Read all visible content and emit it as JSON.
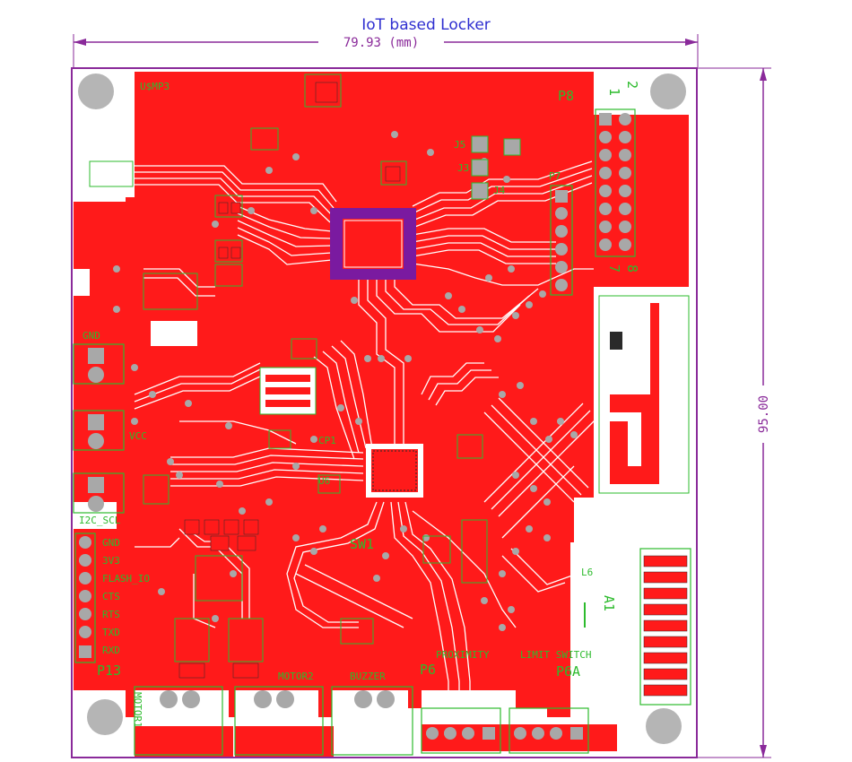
{
  "title": "IoT based Locker",
  "dimensions": {
    "width": "79.93 (mm)",
    "height": "95.00"
  },
  "colors": {
    "copper": "#ff1a1a",
    "silkscreen": "#2dbb2d",
    "outline": "#8a2a9a",
    "title": "#2f2fd0",
    "pad": "#a8a8a8",
    "hole": "#b5b5b5"
  },
  "labels": {
    "p8": "P8",
    "p7": "P7",
    "p8_pin_1": "1",
    "p8_pin_2": "2",
    "p8_pin_7": "7",
    "p8_pin_8": "8",
    "j3": "J3",
    "j4": "J4",
    "j5": "J5",
    "gnd1": "GND",
    "vcc": "VCC",
    "i2c_scl": "I2C_SCL",
    "p13": "P13",
    "motor1": "MOTOR1",
    "motor2": "MOTOR2",
    "buzzer": "BUZZER",
    "proximity": "PROXIMITY",
    "limit_switch": "LIMIT SWITCH",
    "p6": "P6",
    "p6a": "P6A",
    "a1": "A1",
    "l6": "L6",
    "u6": "U6",
    "sw1": "SW1",
    "cp1": "CP1",
    "top_label": "U$MP3"
  },
  "header_pins": [
    "GND",
    "3V3",
    "FLASH_IO",
    "CTS",
    "RTS",
    "TXD",
    "RXD"
  ]
}
